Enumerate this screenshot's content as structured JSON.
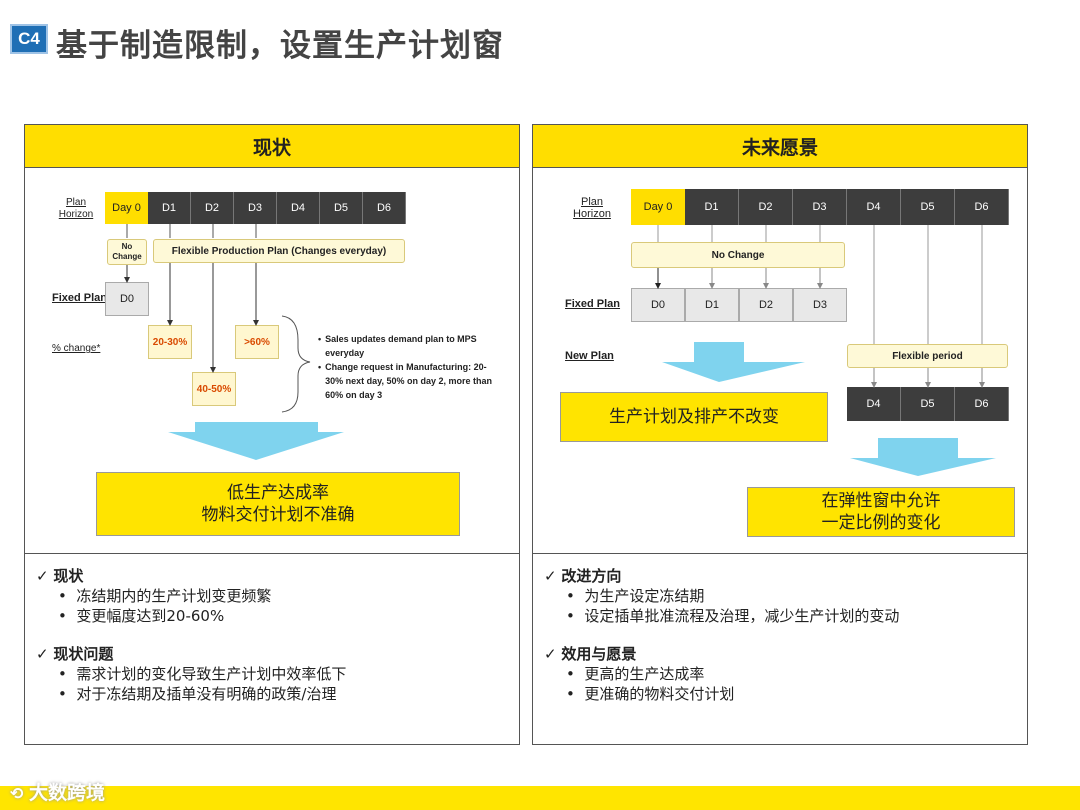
{
  "header": {
    "badge": "C4",
    "title": "基于制造限制，设置生产计划窗"
  },
  "left": {
    "heading": "现状",
    "plan_horizon": "Plan Horizon",
    "days": [
      "Day 0",
      "D1",
      "D2",
      "D3",
      "D4",
      "D5",
      "D6"
    ],
    "no_change": "No Change",
    "flexible_plan": "Flexible Production Plan (Changes everyday)",
    "fixed_plan_label": "Fixed Plan",
    "fixed_d0": "D0",
    "pct_change_label": "% change*",
    "pct_values": [
      "20-30%",
      "40-50%",
      ">60%"
    ],
    "notes": [
      "Sales updates demand plan to MPS everyday",
      "Change request in Manufacturing: 20-30% next day, 50% on day 2, more than 60% on day 3"
    ],
    "result_line1": "低生产达成率",
    "result_line2": "物料交付计划不准确"
  },
  "right": {
    "heading": "未来愿景",
    "plan_horizon": "Plan Horizon",
    "days": [
      "Day 0",
      "D1",
      "D2",
      "D3",
      "D4",
      "D5",
      "D6"
    ],
    "no_change": "No Change",
    "fixed_plan_label": "Fixed Plan",
    "fixed_cells": [
      "D0",
      "D1",
      "D2",
      "D3"
    ],
    "new_plan_label": "New Plan",
    "flexible_period": "Flexible period",
    "flex_cells": [
      "D4",
      "D5",
      "D6"
    ],
    "result_left": "生产计划及排产不改变",
    "result_right_line1": "在弹性窗中允许",
    "result_right_line2": "一定比例的变化"
  },
  "bottom_left": {
    "sections": [
      {
        "title": "现状",
        "items": [
          "冻结期内的生产计划变更频繁",
          "变更幅度达到20-60%"
        ]
      },
      {
        "title": "现状问题",
        "items": [
          "需求计划的变化导致生产计划中效率低下",
          "对于冻结期及插单没有明确的政策/治理"
        ]
      }
    ]
  },
  "bottom_right": {
    "sections": [
      {
        "title": "改进方向",
        "items": [
          "为生产设定冻结期",
          "设定插单批准流程及治理，减少生产计划的变动"
        ]
      },
      {
        "title": "效用与愿景",
        "items": [
          "更高的生产达成率",
          "更准确的物料交付计划"
        ]
      }
    ]
  },
  "watermark": "大数跨境",
  "colors": {
    "accent": "#ffde00",
    "badge": "#1f6fb5",
    "dark_cell": "#3d3d3d",
    "arrow": "#7fd3ee"
  }
}
